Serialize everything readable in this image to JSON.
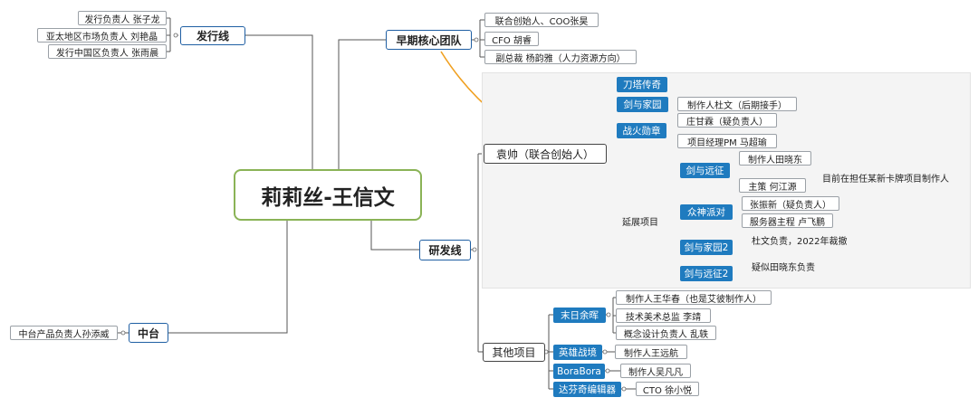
{
  "center": "莉莉丝-王信文",
  "publish": {
    "label": "发行线",
    "items": [
      "发行负责人 张子龙",
      "亚太地区市场负责人 刘艳晶",
      "发行中国区负责人 张雨晨"
    ]
  },
  "early_team": {
    "label": "早期核心团队",
    "items": [
      "联合创始人、COO张昊",
      "CFO 胡睿",
      "副总裁 杨韵雅（人力资源方向）"
    ]
  },
  "dev": {
    "label": "研发线",
    "yuanshuai": {
      "label": "袁帅（联合创始人）",
      "daota": "刀塔传奇",
      "jianyu": "剑与家园",
      "jianyu_item": "制作人杜文（后期接手）",
      "zhanhuo": "战火勋章",
      "zhanhuo_items": [
        "庄甘霖（疑负责人）",
        "项目经理PM 马超瑜"
      ],
      "extended": {
        "label": "延展项目",
        "yuanzheng": "剑与远征",
        "yuanzheng_items": [
          "制作人田晓东",
          "主策 何江源"
        ],
        "yuanzheng_note": "目前在担任某新卡牌项目制作人",
        "zhongshen": "众神派对",
        "zhongshen_items": [
          "张振新（疑负责人）",
          "服务器主程 卢飞鹏"
        ],
        "jianyu2": "剑与家园2",
        "jianyu2_note": "杜文负责，2022年裁撤",
        "yuanzheng2": "剑与远征2",
        "yuanzheng2_note": "疑似田晓东负责"
      }
    },
    "other": {
      "label": "其他项目",
      "mori": "末日余晖",
      "mori_items": [
        "制作人王华春（也是艾彼制作人）",
        "技术美术总监 李靖",
        "概念设计负责人 乱轶"
      ],
      "yingxiong": "英雄战境",
      "yingxiong_item": "制作人王远航",
      "bora": "BoraBora",
      "bora_item": "制作人吴凡凡",
      "dafenqi": "达芬奇编辑器",
      "dafenqi_item": "CTO 徐小悦"
    }
  },
  "zhongtai": {
    "label": "中台",
    "item": "中台产品负责人孙添威"
  },
  "colors": {
    "topic_border": "#1f5fa3",
    "blue_fill": "#1f7bbf",
    "center_border": "#8ab356",
    "arrow": "#f0a020",
    "line": "#555555",
    "area": "#f4f4f4"
  }
}
